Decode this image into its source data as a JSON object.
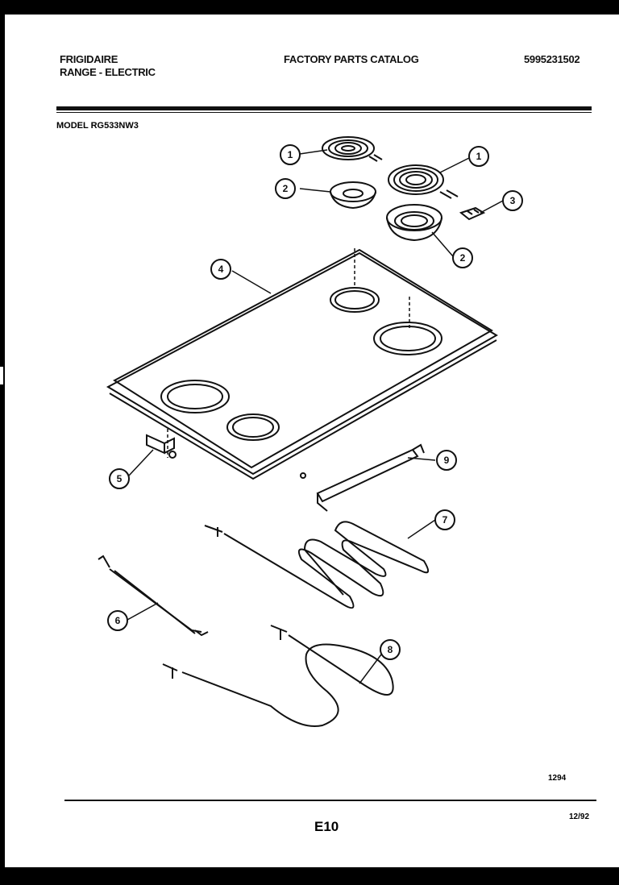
{
  "header": {
    "brand": "FRIGIDAIRE",
    "product": "RANGE - ELECTRIC",
    "catalog_title": "FACTORY PARTS CATALOG",
    "catalog_number": "5995231502"
  },
  "model_line": "MODEL RG533NW3",
  "callouts": [
    "1",
    "1",
    "2",
    "2",
    "3",
    "4",
    "5",
    "6",
    "7",
    "8",
    "9"
  ],
  "footer": {
    "drawing_number": "1294",
    "page_number": "E10",
    "date": "12/92"
  }
}
